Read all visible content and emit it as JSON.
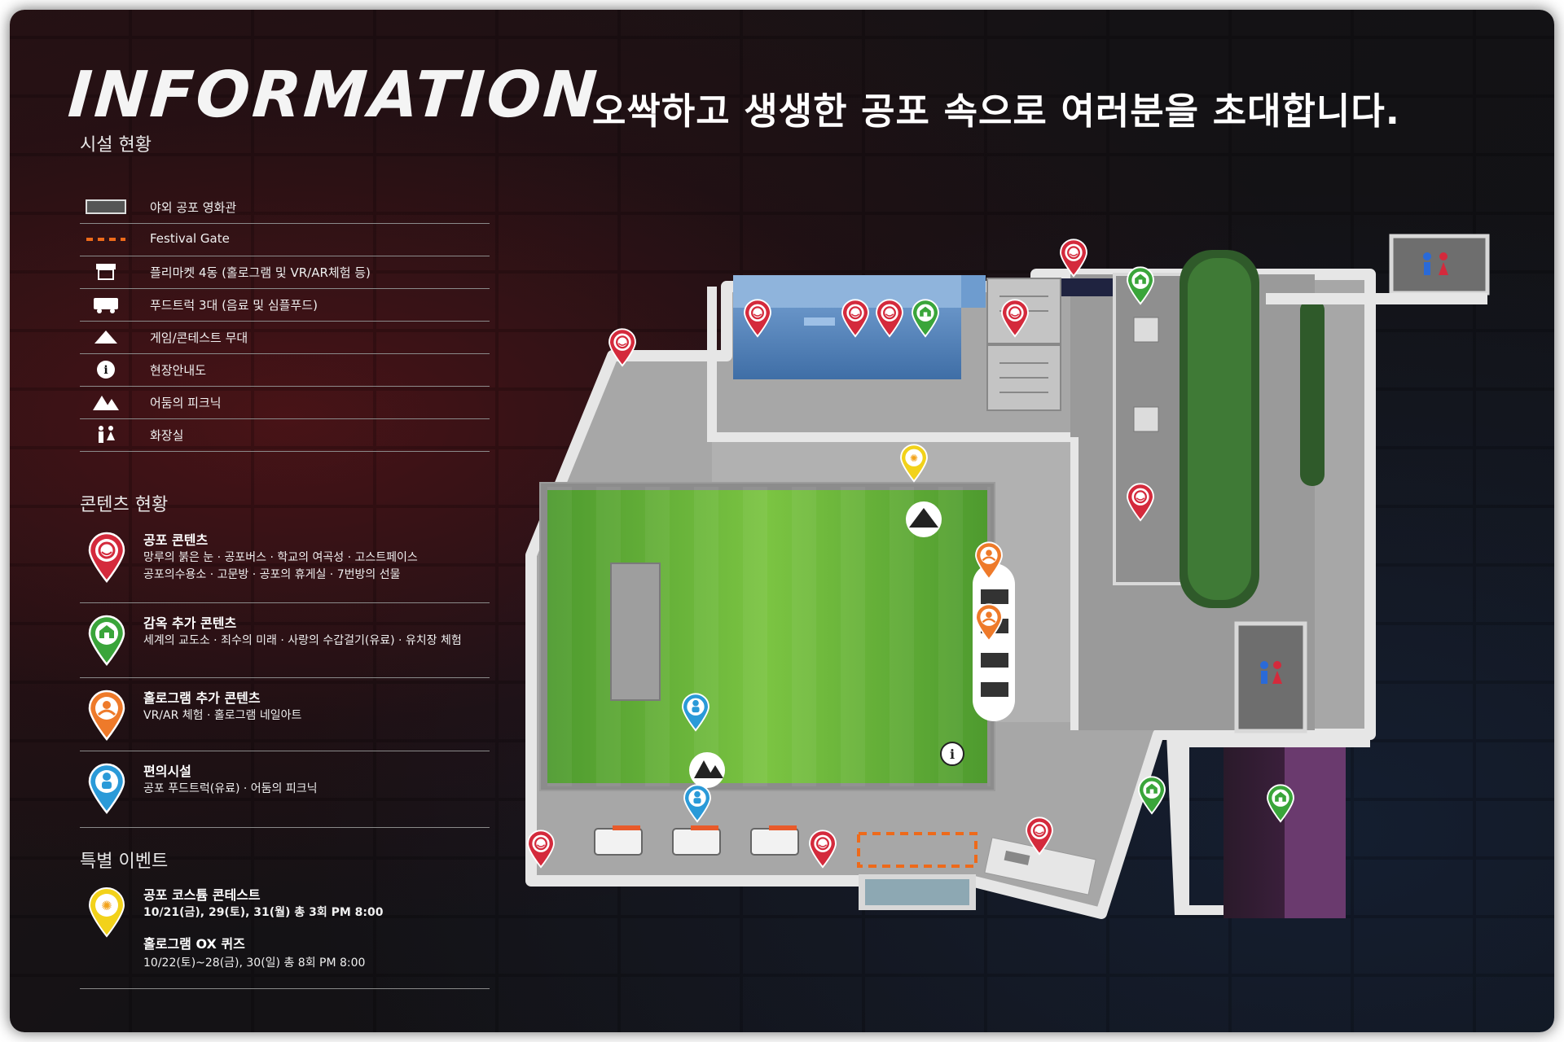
{
  "header": {
    "title": "INFORMATION",
    "tagline": "오싹하고 생생한 공포 속으로 여러분을 초대합니다."
  },
  "facilities": {
    "title": "시설 현황",
    "items": [
      {
        "icon": "cinema-rect-icon",
        "label": "야외 공포 영화관"
      },
      {
        "icon": "dashed-gate-icon",
        "label": "Festival Gate"
      },
      {
        "icon": "market-stall-icon",
        "label": "플리마켓 4동 (홀로그램 및 VR/AR체험 등)"
      },
      {
        "icon": "food-truck-icon",
        "label": "푸드트럭 3대 (음료 및 심플푸드)"
      },
      {
        "icon": "stage-tent-icon",
        "label": "게임/콘테스트 무대"
      },
      {
        "icon": "info-icon",
        "label": "현장안내도"
      },
      {
        "icon": "picnic-tent-icon",
        "label": "어둠의 피크닉"
      },
      {
        "icon": "restroom-icon",
        "label": "화장실"
      }
    ]
  },
  "contents": {
    "title": "콘텐츠 현황",
    "items": [
      {
        "color": "#d42a3c",
        "icon": "horror-face-icon",
        "title": "공포 콘텐츠",
        "lines": [
          "망루의 붉은 눈 · 공포버스 · 학교의 여곡성 · 고스트페이스",
          "공포의수용소 · 고문방 · 공포의 휴게실 · 7번방의 선물"
        ]
      },
      {
        "color": "#3aa53a",
        "icon": "prison-house-icon",
        "title": "감옥 추가 콘텐츠",
        "lines": [
          "세계의 교도소 · 죄수의 미래  · 사랑의 수갑걸기(유료)  · 유치장 체험"
        ]
      },
      {
        "color": "#ee7a2a",
        "icon": "hologram-icon",
        "title": "홀로그램 추가 콘텐츠",
        "lines": [
          "VR/AR 체험 · 홀로그램 네일아트"
        ]
      },
      {
        "color": "#2a9ad8",
        "icon": "person-icon",
        "title": "편의시설",
        "lines": [
          "공포 푸드트럭(유료) · 어둠의 피크닉"
        ]
      }
    ]
  },
  "events": {
    "title": "특별 이벤트",
    "color": "#f2d21a",
    "items": [
      {
        "title": "공포 코스튬 콘테스트",
        "line": "10/21(금), 29(토), 31(월) 총 3회 PM 8:00"
      },
      {
        "title": "홀로그램 OX 퀴즈",
        "line": "10/22(토)~28(금), 30(일) 총 8회 PM 8:00"
      }
    ]
  },
  "map": {
    "colors": {
      "horror": "#d42a3c",
      "prison": "#3aa53a",
      "hologram": "#ee7a2a",
      "convenience": "#2a9ad8",
      "event": "#f2d21a",
      "grass": "#5fae3a",
      "pavement": "#a9a9a9",
      "water": "#4f7fb5",
      "gate": "#ee6a1a"
    },
    "pins": [
      {
        "type": "horror",
        "icon": "horror-face-icon"
      },
      {
        "type": "horror",
        "icon": "horror-face-icon"
      },
      {
        "type": "horror",
        "icon": "horror-face-icon"
      },
      {
        "type": "horror",
        "icon": "horror-face-icon"
      },
      {
        "type": "prison",
        "icon": "prison-house-icon"
      },
      {
        "type": "horror",
        "icon": "horror-face-icon"
      },
      {
        "type": "horror",
        "icon": "horror-face-icon"
      },
      {
        "type": "prison",
        "icon": "prison-house-icon"
      },
      {
        "type": "horror",
        "icon": "horror-face-icon"
      },
      {
        "type": "event",
        "icon": "fireworks-icon"
      },
      {
        "type": "hologram",
        "icon": "hologram-icon"
      },
      {
        "type": "hologram",
        "icon": "hologram-icon"
      },
      {
        "type": "convenience",
        "icon": "person-icon"
      },
      {
        "type": "convenience",
        "icon": "person-icon"
      },
      {
        "type": "horror",
        "icon": "horror-face-icon"
      },
      {
        "type": "horror",
        "icon": "horror-face-icon"
      },
      {
        "type": "horror",
        "icon": "horror-face-icon"
      },
      {
        "type": "prison",
        "icon": "prison-house-icon"
      },
      {
        "type": "prison",
        "icon": "prison-house-icon"
      }
    ]
  }
}
